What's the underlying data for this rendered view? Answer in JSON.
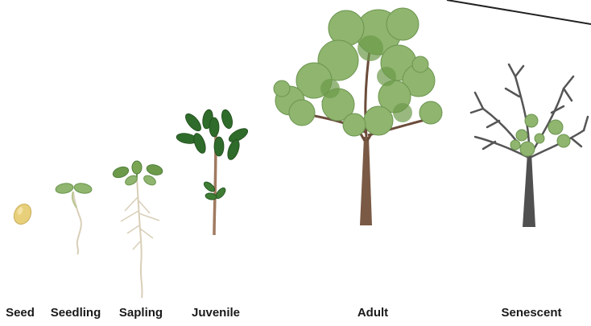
{
  "stages": [
    {
      "id": "seed",
      "label": "Seed"
    },
    {
      "id": "seedling",
      "label": "Seedling"
    },
    {
      "id": "sapling",
      "label": "Sapling"
    },
    {
      "id": "juvenile",
      "label": "Juvenile"
    },
    {
      "id": "adult",
      "label": "Adult"
    },
    {
      "id": "senescent",
      "label": "Senescent"
    }
  ],
  "colors": {
    "leaf_light": "#8fb56e",
    "leaf_dark": "#5f8f45",
    "leaf_deep": "#2f6b2a",
    "trunk_brown": "#7a5a45",
    "trunk_grey": "#505050",
    "root": "#d9cfb8",
    "seed": "#e8cf7a"
  }
}
